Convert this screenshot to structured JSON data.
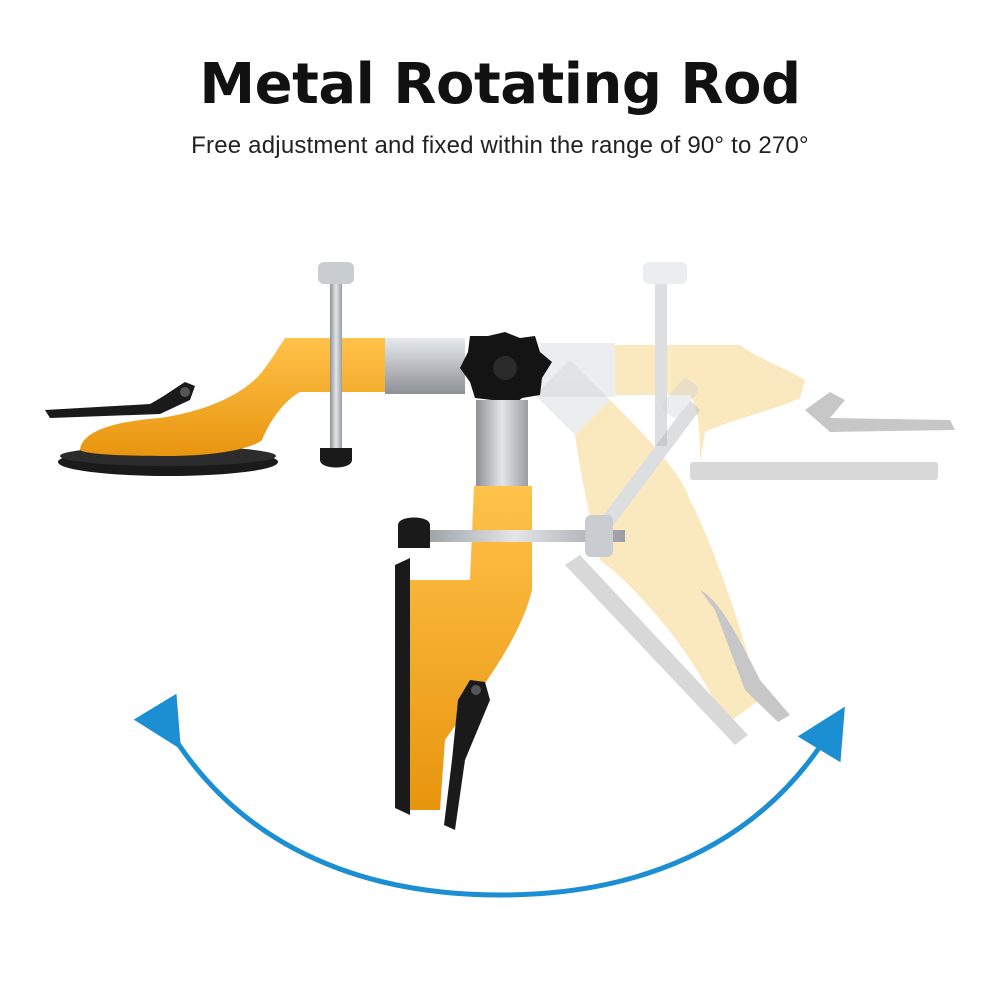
{
  "header": {
    "title": "Metal Rotating Rod",
    "subtitle": "Free adjustment and fixed within the range of 90° to 270°"
  },
  "illustration": {
    "subject": "suction-cup-seam-setter",
    "colors": {
      "body": "#F5A81C",
      "body_ghost": "#F8DC9A",
      "rod": "#B9BDC2",
      "rubber": "#1A1A1A",
      "arrow": "#1B8FD2"
    },
    "rotation_range_deg": [
      90,
      270
    ],
    "icons": [
      "rotation-arrow-icon",
      "knob-icon"
    ]
  }
}
